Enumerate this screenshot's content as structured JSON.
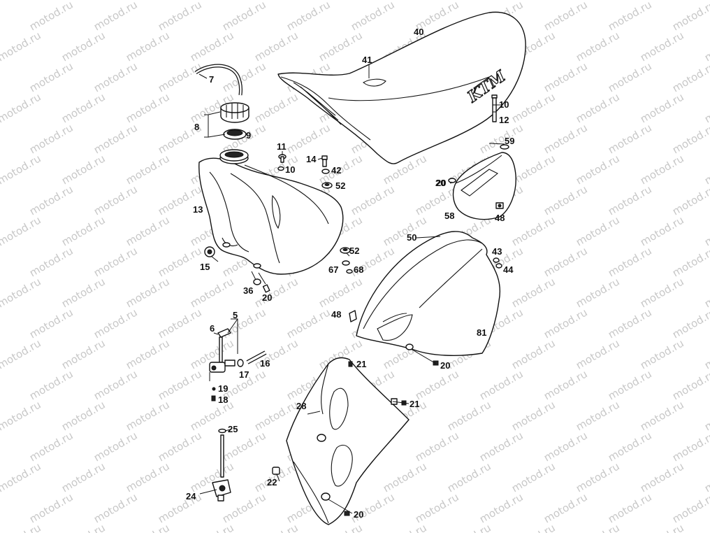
{
  "watermark_text": "motod.ru",
  "seat_logo_text": "KTM",
  "colors": {
    "line": "#111111",
    "watermark": "#c8c8c8",
    "background": "#ffffff"
  },
  "callouts": [
    "40",
    "41",
    "7",
    "8",
    "9",
    "10",
    "12",
    "11",
    "14",
    "42",
    "52",
    "13",
    "59",
    "20",
    "58",
    "48",
    "50",
    "43",
    "44",
    "15",
    "36",
    "67",
    "68",
    "5",
    "6",
    "48",
    "81",
    "17",
    "16",
    "19",
    "18",
    "21",
    "20",
    "28",
    "21",
    "25",
    "22",
    "24",
    "20",
    "20",
    "10",
    "52",
    "20"
  ]
}
